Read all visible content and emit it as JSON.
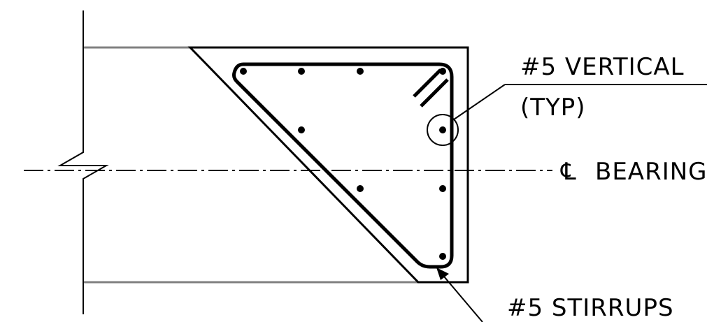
{
  "labels": {
    "vertical_bar": "#5 VERTICAL",
    "typ": "(TYP)",
    "cl_symbol": "℄",
    "bearing": "BEARING",
    "stirrups": "#5 STIRRUPS"
  },
  "colors": {
    "line": "#000000",
    "beam_edge": "#808080",
    "background": "#ffffff"
  }
}
